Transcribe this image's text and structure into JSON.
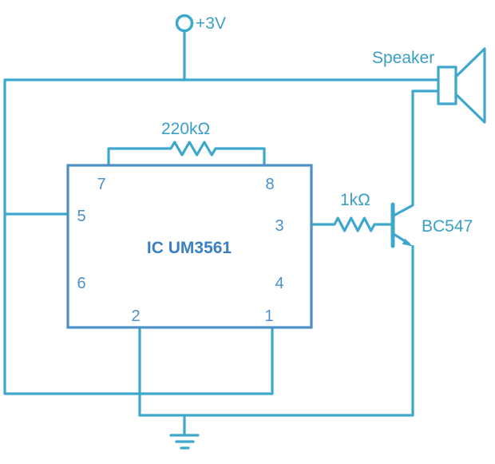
{
  "colors": {
    "wire": "#3EA8CC",
    "component_outline": "#4D90C8",
    "ic_title": "#3A7FC2",
    "pin_number": "#4D90C8",
    "label": "#3A9FC6",
    "background": "#FFFFFF"
  },
  "labels": {
    "supply": "+3V",
    "speaker": "Speaker",
    "oscillator_resistor": "220kΩ",
    "base_resistor": "1kΩ",
    "transistor": "BC547",
    "ic_title": "IC UM3561"
  },
  "pins": {
    "p7": "7",
    "p8": "8",
    "p5": "5",
    "p3": "3",
    "p6": "6",
    "p4": "4",
    "p2": "2",
    "p1": "1"
  }
}
